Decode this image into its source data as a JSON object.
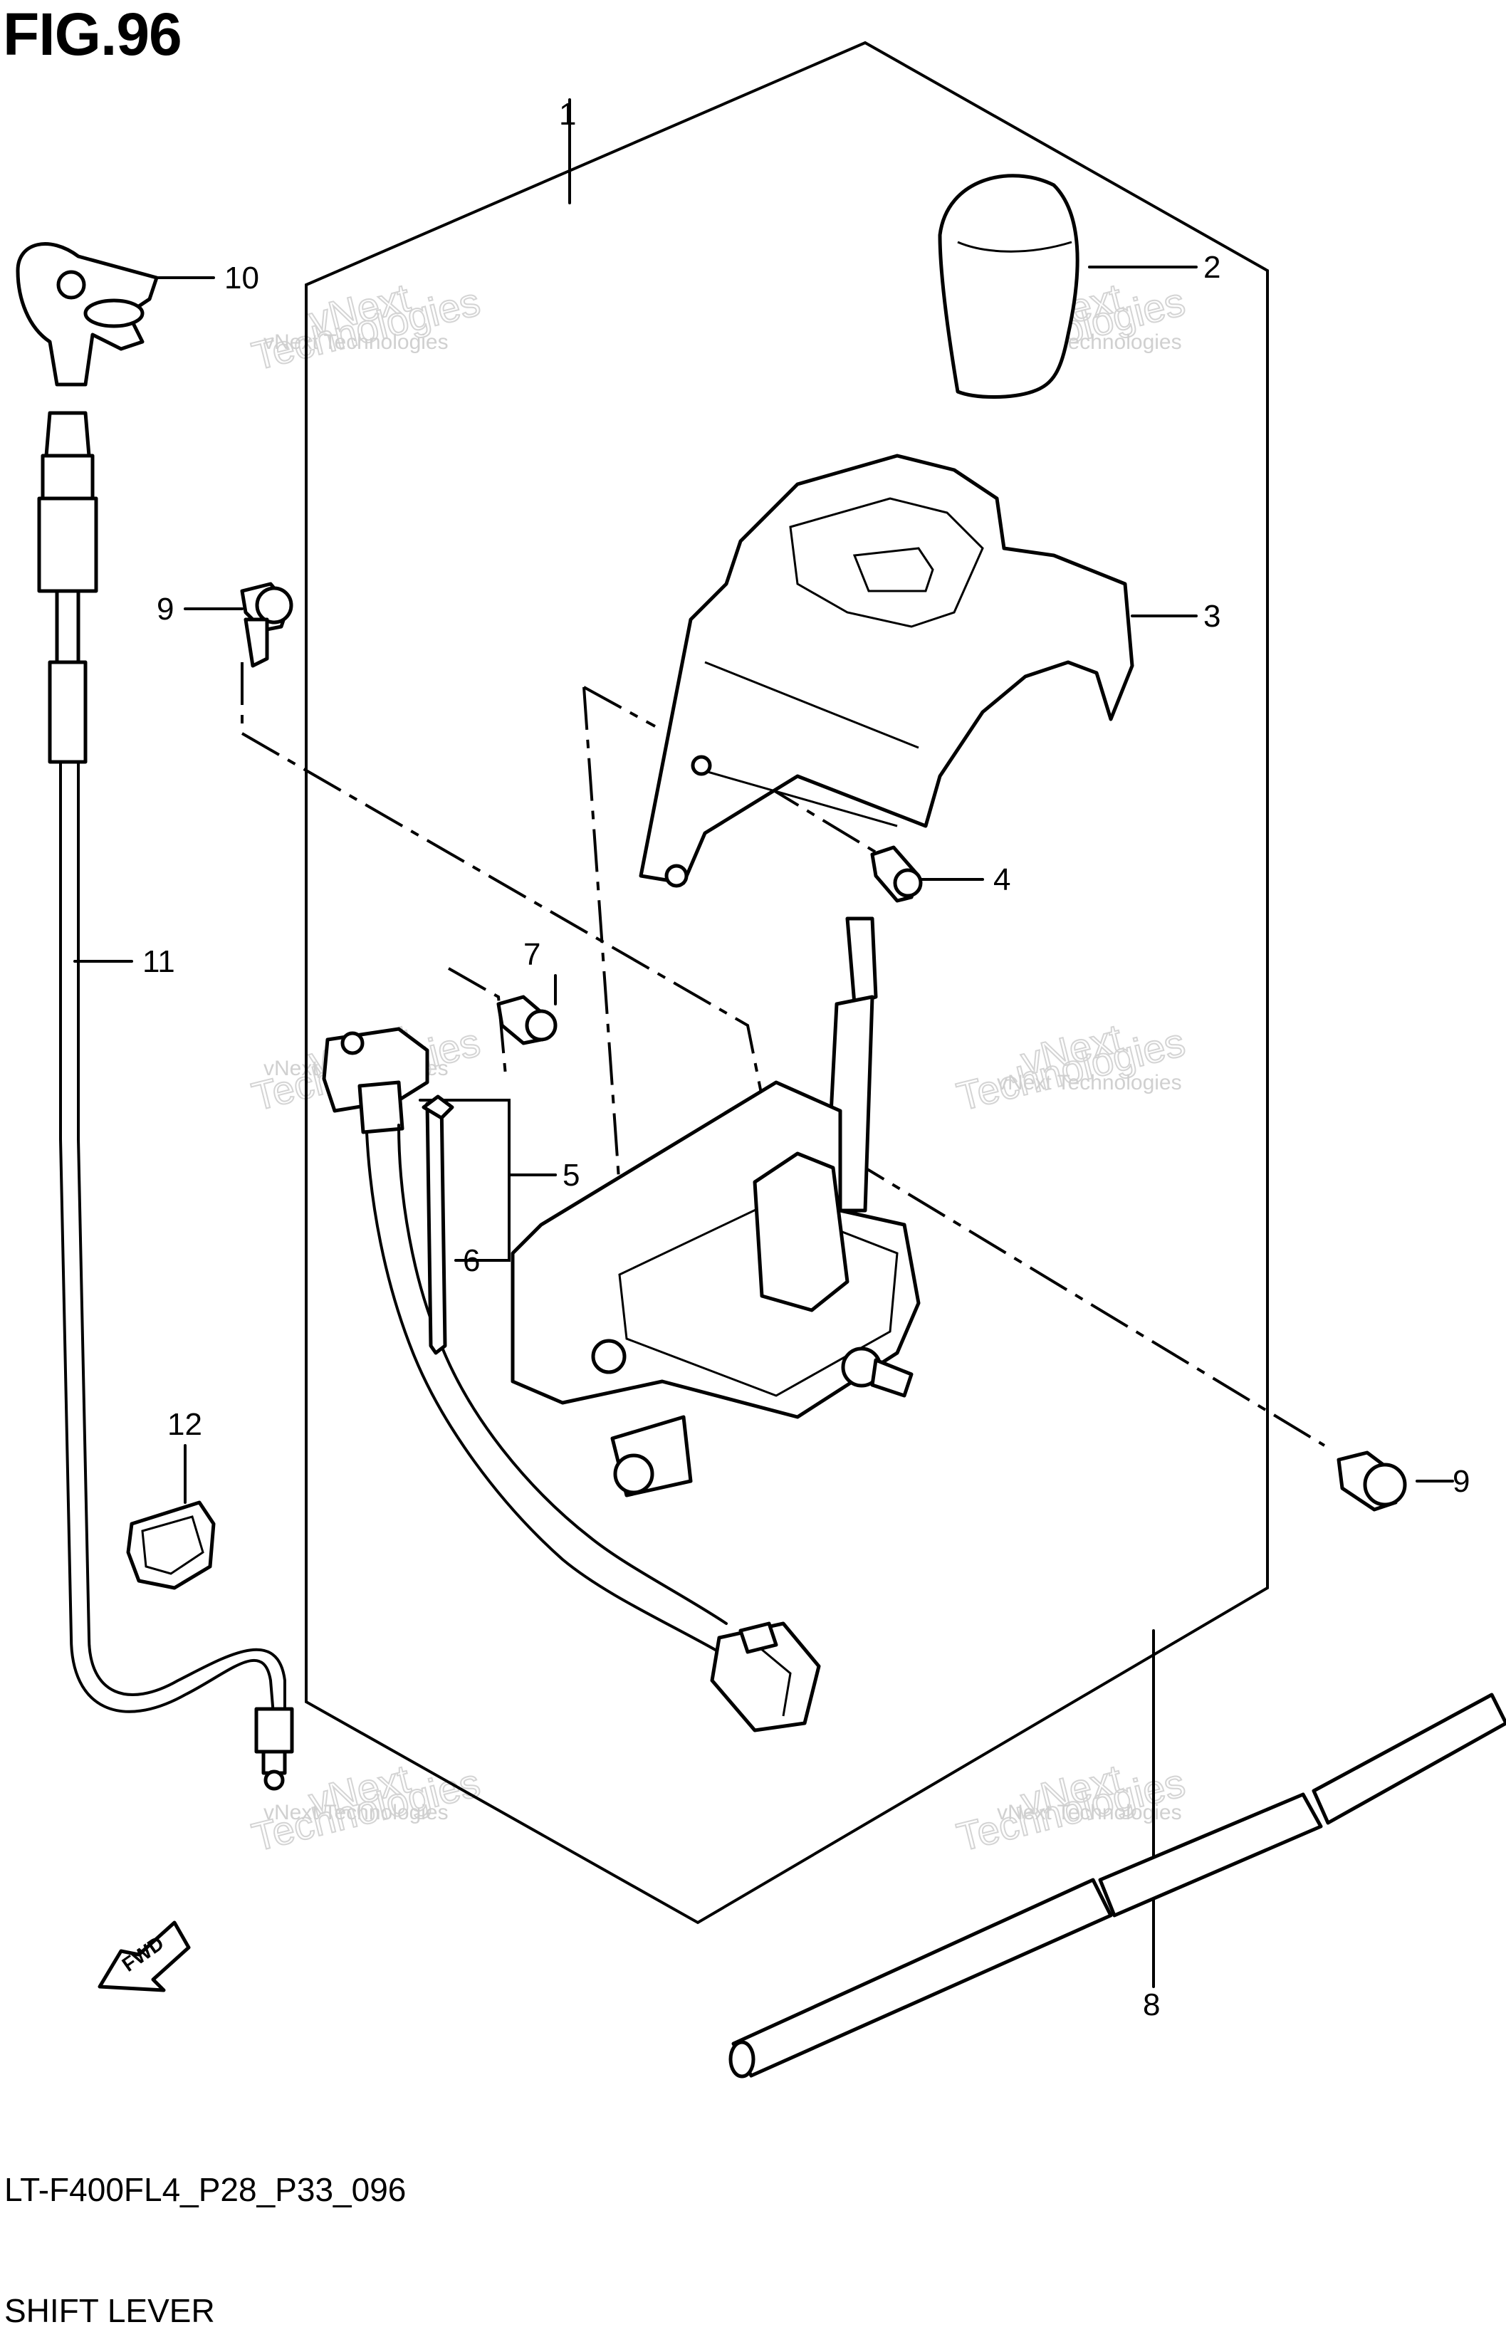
{
  "figure": {
    "title": "FIG.96",
    "code": "LT-F400FL4_P28_P33_096",
    "name": "SHIFT LEVER"
  },
  "watermark": {
    "line1": "vNext Technologies",
    "line2": "vNext",
    "line3": "Technologies"
  },
  "callouts": [
    "1",
    "2",
    "3",
    "4",
    "5",
    "6",
    "7",
    "8",
    "9",
    "9",
    "10",
    "11",
    "12"
  ],
  "fwd_label": "FWD"
}
